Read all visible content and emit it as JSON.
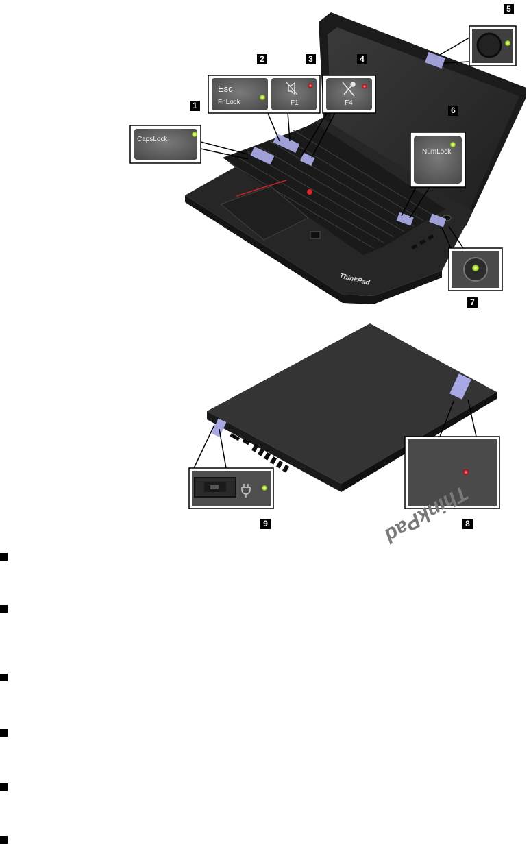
{
  "callouts": {
    "capslock": {
      "number": "1",
      "key_label": "CapsLock"
    },
    "fnlock": {
      "number": "2",
      "key_top": "Esc",
      "key_bottom": "FnLock"
    },
    "mute": {
      "number": "3",
      "key_label": "F1"
    },
    "micmute": {
      "number": "4",
      "key_label": "F4"
    },
    "camera": {
      "number": "5"
    },
    "numlock": {
      "number": "6",
      "key_label": "NumLock"
    },
    "power": {
      "number": "7"
    },
    "logo": {
      "number": "8",
      "logo_text": "ThinkPad"
    },
    "ac_power": {
      "number": "9"
    }
  },
  "laptop": {
    "brand": "ThinkPad"
  },
  "list_markers": 6,
  "colors": {
    "highlight": "#a8a8e4",
    "led_green": "#b6e63a",
    "led_red": "#e0202a",
    "chassis": "#2a2a2a",
    "key_gray": "#6d6d6d"
  }
}
